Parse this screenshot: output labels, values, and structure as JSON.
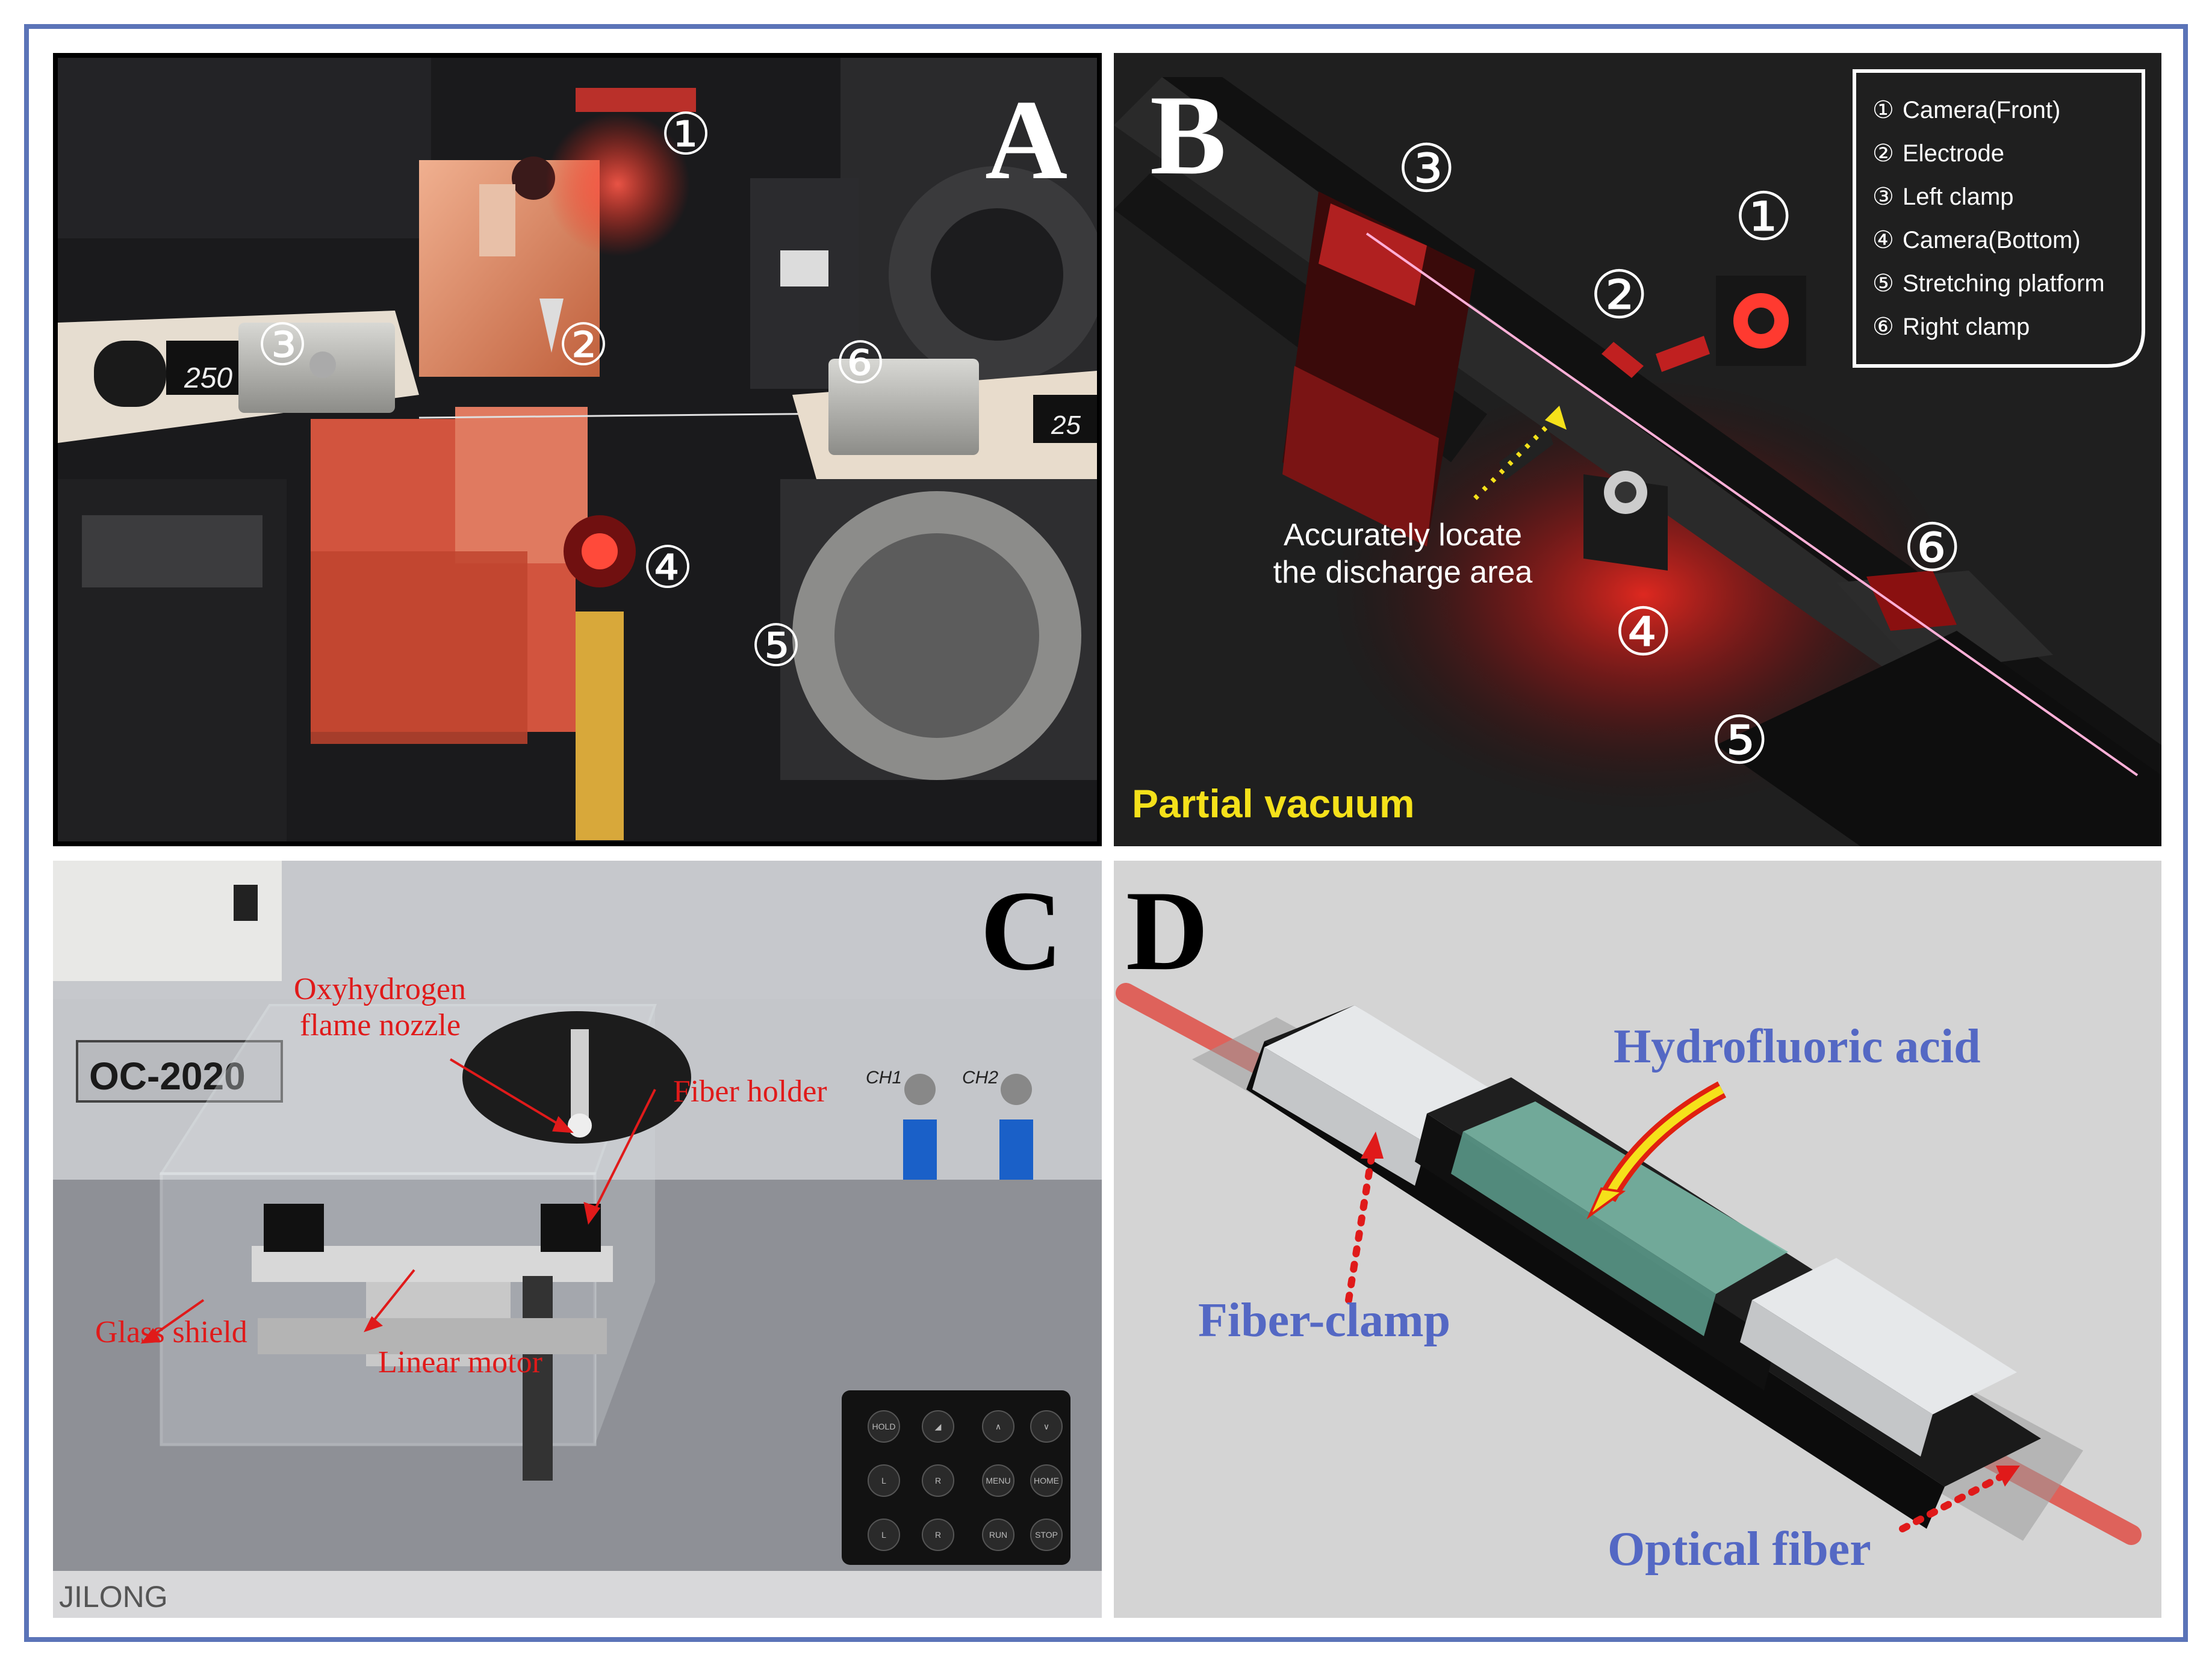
{
  "figure": {
    "border_color": "#5b74b8"
  },
  "panel_a": {
    "letter": "A",
    "markers": [
      "①",
      "②",
      "③",
      "④",
      "⑤",
      "⑥"
    ],
    "scale_left": "250",
    "scale_right": "25"
  },
  "panel_b": {
    "letter": "B",
    "legend": [
      {
        "num": "①",
        "label": "Camera(Front)"
      },
      {
        "num": "②",
        "label": "Electrode"
      },
      {
        "num": "③",
        "label": "Left clamp"
      },
      {
        "num": "④",
        "label": "Camera(Bottom)"
      },
      {
        "num": "⑤",
        "label": "Stretching platform"
      },
      {
        "num": "⑥",
        "label": "Right clamp"
      }
    ],
    "markers": [
      "①",
      "②",
      "③",
      "④",
      "⑤",
      "⑥"
    ],
    "annotation_line1": "Accurately locate",
    "annotation_line2": "the discharge area",
    "caption": "Partial vacuum",
    "caption_color": "#f5e11a"
  },
  "panel_c": {
    "letter": "C",
    "model": "OC-2020",
    "brand": "JILONG",
    "label_nozzle_line1": "Oxyhydrogen",
    "label_nozzle_line2": "flame nozzle",
    "label_holder": "Fiber holder",
    "label_shield": "Glass shield",
    "label_motor": "Linear motor",
    "ch1": "CH1",
    "ch2": "CH2",
    "keys": [
      "HOLD",
      "∧",
      "∨",
      "L",
      "R",
      "HOME",
      "◢",
      "MENU",
      "L",
      "R",
      "RUN",
      "STOP"
    ],
    "label_color": "#e01a1a"
  },
  "panel_d": {
    "letter": "D",
    "label_acid": "Hydrofluoric acid",
    "label_clamp": "Fiber-clamp",
    "label_fiber": "Optical fiber",
    "label_color": "#5468c4"
  }
}
